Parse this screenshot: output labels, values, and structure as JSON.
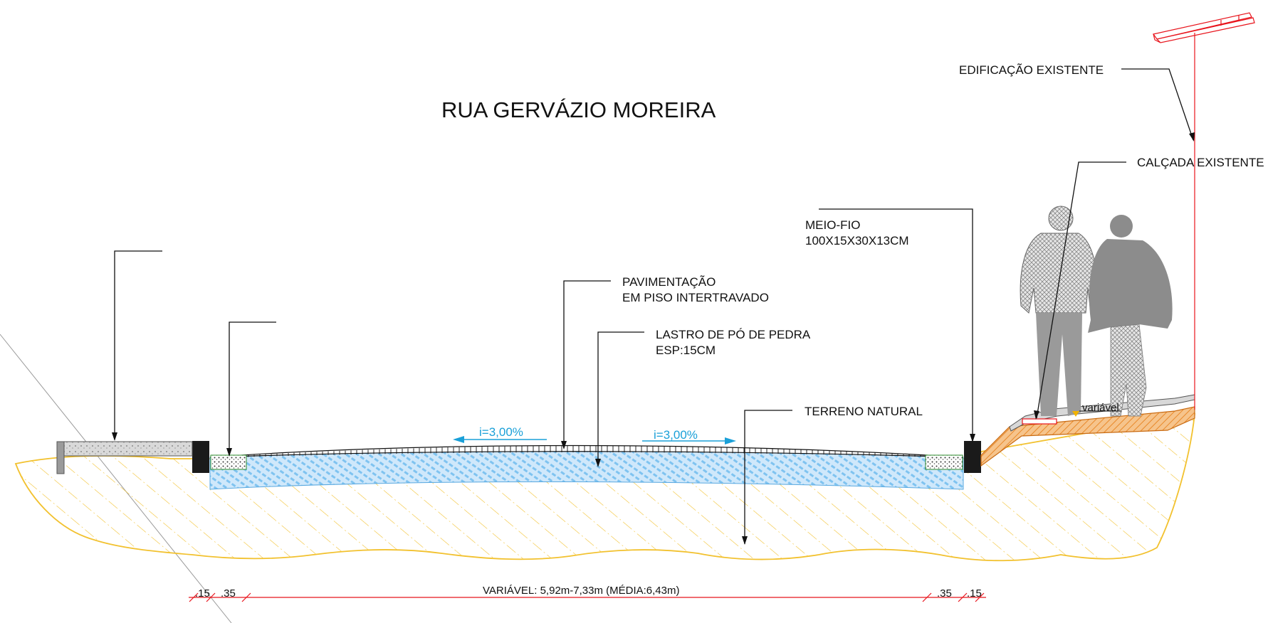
{
  "title": "RUA GERVÁZIO MOREIRA",
  "labels": {
    "existing_building": "EDIFICAÇÃO EXISTENTE",
    "existing_sidewalk": "CALÇADA  EXISTENTE",
    "curb_line1": "MEIO-FIO",
    "curb_line2": "100X15X30X13CM",
    "paving_line1": "PAVIMENTAÇÃO",
    "paving_line2": "EM PISO INTERTRAVADO",
    "ballast_line1": "LASTRO DE PÓ DE PEDRA",
    "ballast_line2": "ESP:15CM",
    "natural_ground": "TERRENO NATURAL",
    "variable": "variável"
  },
  "slopes": {
    "left": "i=3,00%",
    "right": "i=3,00%"
  },
  "dimensions": {
    "left_curb": ".15",
    "left_gutter": ".35",
    "width": "VARIÁVEL: 5,92m-7,33m (MÉDIA:6,43m)",
    "right_gutter": ".35",
    "right_curb": ".15"
  },
  "colors": {
    "ground_hatch": "#f2c12e",
    "ballast": "#7fc3f0",
    "sidewalk_fill": "#e8892a",
    "dimension_red": "#e8141c",
    "slope_blue": "#1aa0d8",
    "curb": "#1a1a1a",
    "person": "#8c8c8c"
  }
}
